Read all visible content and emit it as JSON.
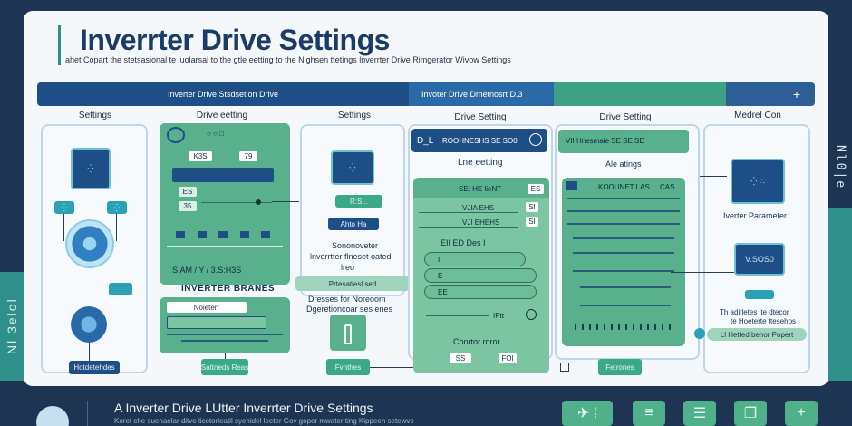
{
  "window": {
    "title": "Inverrter Drive Settings",
    "subtitle": "ahet Copart the stetsasional te luolarsal to the gtle eetting to the Nighsen ttetings lnverrter Drive Rimgerator Wivow Settings"
  },
  "tabs": [
    {
      "label": "Inverter Drive Stsdsetion Drive"
    },
    {
      "label": "Invoter Drive Dmetnosrt D.3"
    },
    {
      "label": ""
    },
    {
      "label": "+"
    }
  ],
  "columns": {
    "c1": "Settings",
    "c2": "Drive eetting",
    "c3": "Settings",
    "c4": "Drive Setting",
    "c5": "Drive Setting",
    "c6": "Medrel Con"
  },
  "col1": {
    "tile_label": "⁛",
    "chip_left": "⁛",
    "chip_right": "⁛",
    "footer_button": "Hotdetehdes"
  },
  "col2": {
    "row1_a": "K3S",
    "row1_b": "79",
    "field_es": "ES",
    "field_35": "35",
    "readout": "S.AM / Y / 3.S:H3S",
    "section_title": "INVERTER BRANES",
    "field_noeter": "Noieter\"",
    "footer_button": "Sattneds Reas"
  },
  "col3": {
    "mini_button": "R:S ..",
    "button_label": "Ahto Ha",
    "heading": "Sononoveter",
    "heading2": "lnverrtter flneset oated",
    "heading3": "lreo",
    "small_row": "Prtesatiesl sed",
    "desc1": "Dresses for Noreoom",
    "desc2": "Dgeretioncoar ses enes",
    "footer_button": "Fvnthes"
  },
  "col4": {
    "header_code": "D_L",
    "header_text": "ROOHNESHS SE SO0",
    "subheading": "Lne eetting",
    "panel_title": "SE: HE lieNT",
    "panel_value": "ES",
    "row1": "VJIA  EHS",
    "row1_val": "SI",
    "row2": "VJI   EHEHS",
    "row2_val": "SI",
    "row3": "EII  ED  Des I",
    "row4": "I",
    "row5": "E",
    "row6": "EE",
    "slider_label": "IPtt",
    "corner": "Conrtor roror",
    "bottom_left": "SS",
    "bottom_right": "FOI"
  },
  "col5": {
    "header": "VII  Hnesmaie  SE SE  SE",
    "subheading": "Ale atings",
    "panel_title": "KOOUNET LAS",
    "panel_right": "CAS",
    "footer_button": "Fetrones"
  },
  "col6": {
    "param_title": "Iverter Parameter",
    "readout": "V.SOS0",
    "desc1": "Th aditletes ite dtecor",
    "desc2": "te Hoeterte ttesehos",
    "footer_bar": "Ll  Hetted behor Popert"
  },
  "side": {
    "left": "Nl 3elol",
    "right": "Nl0|e"
  },
  "bottom": {
    "title": "A Inverter Drive LUtter Inverrter Drive Settings",
    "sub": "Koret  che suenaelar ditve licotorleatil syehidel leeter Gov goper mwater ting Kippeen setewve"
  },
  "colors": {
    "navy": "#1e4e86",
    "teal": "#2aa1b4",
    "green": "#58b08c",
    "light_green": "#9fd3bc",
    "page_bg": "#1d3552"
  }
}
